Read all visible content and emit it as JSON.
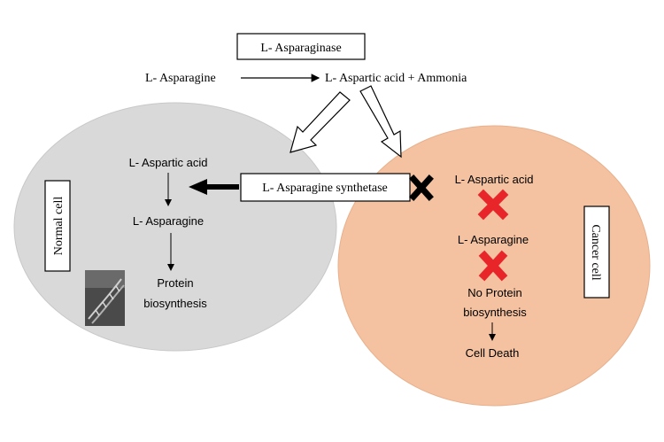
{
  "enzyme_label": "L- Asparaginase",
  "reaction": {
    "substrate": "L- Asparagine",
    "products": "L- Aspartic acid + Ammonia"
  },
  "synthetase_label": "L- Asparagine synthetase",
  "normal_cell": {
    "title": "Normal cell",
    "fill_color": "#d9d9d9",
    "step1": "L- Aspartic acid",
    "step2": "L- Asparagine",
    "step3_line1": "Protein",
    "step3_line2": "biosynthesis"
  },
  "cancer_cell": {
    "title": "Cancer cell",
    "fill_color": "#f4c2a1",
    "step1": "L- Aspartic acid",
    "step2": "L- Asparagine",
    "step3_line1": "No Protein",
    "step3_line2": "biosynthesis",
    "step4": "Cell Death"
  },
  "colors": {
    "block_cross": "#e8262a",
    "inhibit_cross": "#000000"
  }
}
